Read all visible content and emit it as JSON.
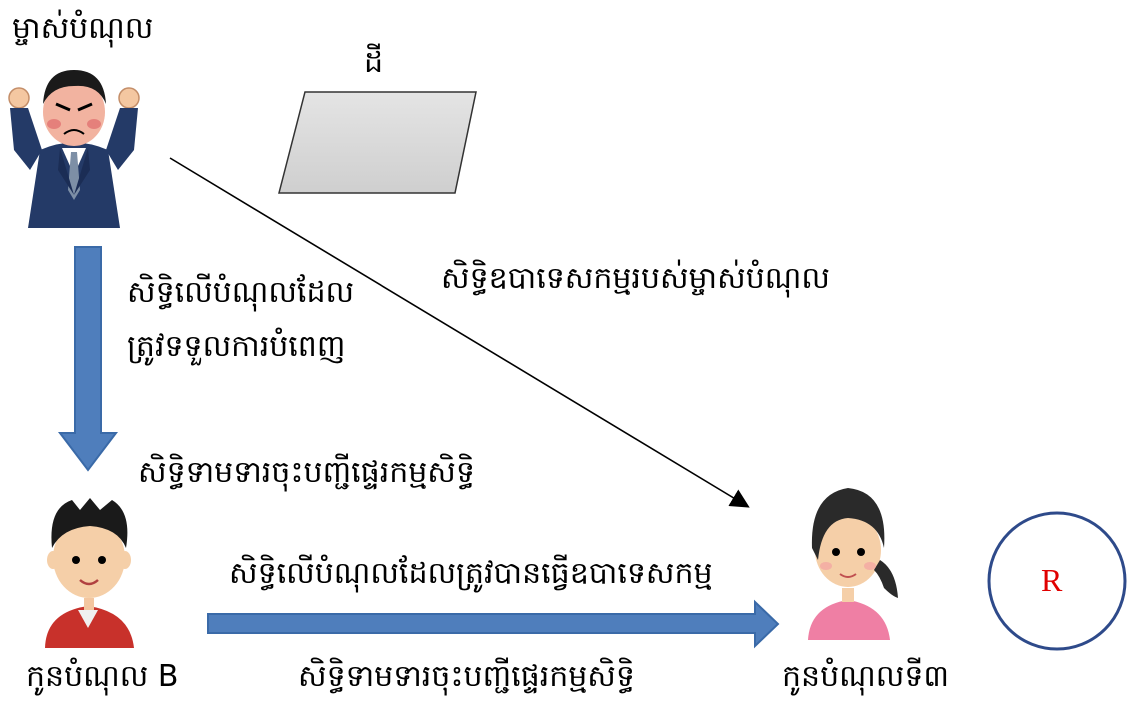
{
  "labels": {
    "creditor": "ម្ចាស់បំណុល",
    "land": "ដី",
    "right_to_claim": "សិទ្ធិលើបំណុលដែល",
    "to_be_fulfilled": "ត្រូវទទួលការបំពេញ",
    "creditor_avoidance_right": "សិទ្ធិឧបាទេសកម្មរបស់ម្ចាស់បំណុល",
    "right_to_demand_registration_1": "សិទ្ធិទាមទារចុះបញ្ជីផ្ទេរកម្មសិទ្ធិ",
    "right_subject_to_avoidance": "សិទ្ធិលើបំណុលដែលត្រូវបានធ្វើឧបាទេសកម្ម",
    "debtor_b": "កូនបំណុល B",
    "right_to_demand_registration_2": "សិទ្ធិទាមទារចុះបញ្ជីផ្ទេរកម្មសិទ្ធិ",
    "third_party": "កូនបំណុលទី៣",
    "circle_r": "R"
  },
  "colors": {
    "arrow_blue": "#4f7ebc",
    "arrow_border": "#3a6aa8",
    "circle_border": "#2e4a8a",
    "r_text": "#e00000",
    "land_fill": "#d9d9d9"
  }
}
